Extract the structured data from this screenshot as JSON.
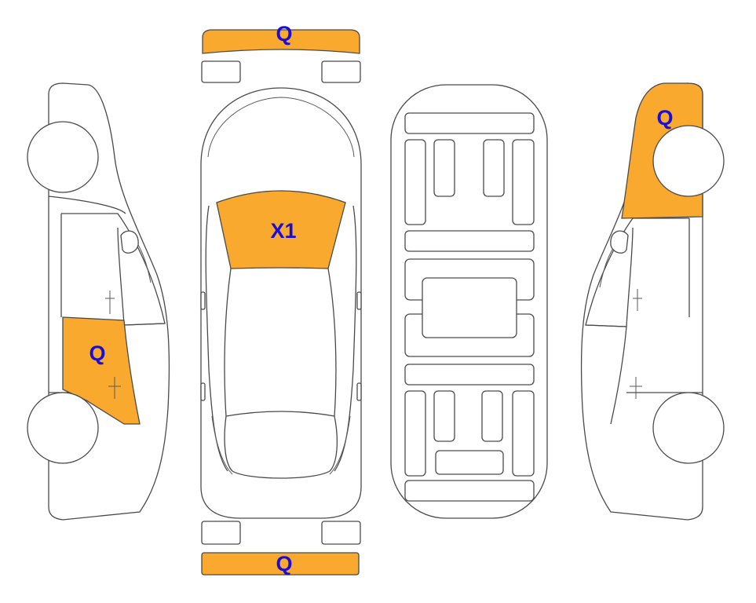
{
  "colors": {
    "damage_fill": "#F8A92E",
    "label_text": "#1A0DD8",
    "outline": "#4A4A4A"
  },
  "damage_markers": {
    "front_bumper": "Q",
    "windshield": "X1",
    "left_rear_door": "Q",
    "right_rear_fender": "Q",
    "rear_bumper": "Q"
  }
}
